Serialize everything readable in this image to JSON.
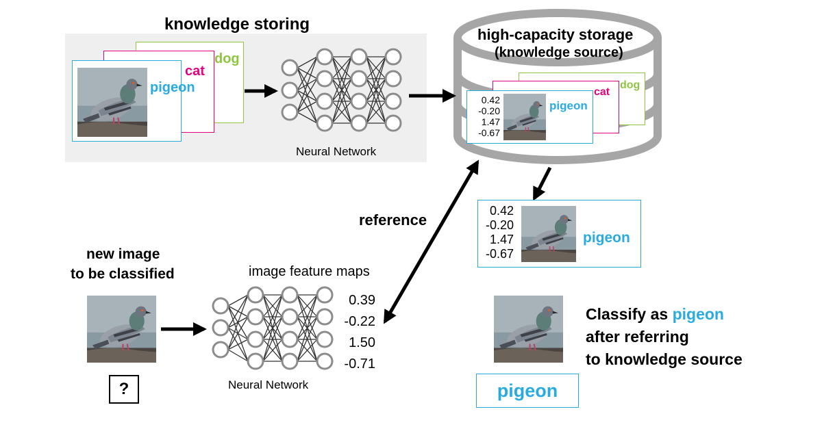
{
  "colors": {
    "pigeon": "#29abe2",
    "cat": "#e5007e",
    "dog": "#8dc63f",
    "storage": "#a6a6a6",
    "panel": "#efefef"
  },
  "knowledge_storing": {
    "title": "knowledge storing",
    "labels": {
      "pigeon": "pigeon",
      "cat": "cat",
      "dog": "dog"
    },
    "network_label": "Neural Network"
  },
  "storage": {
    "title_line1": "high-capacity storage",
    "title_line2": "(knowledge source)",
    "features": [
      "0.42",
      "-0.20",
      "1.47",
      "-0.67"
    ],
    "labels": {
      "pigeon": "pigeon",
      "cat": "cat",
      "dog": "dog"
    }
  },
  "retrieved": {
    "features": [
      "0.42",
      "-0.20",
      "1.47",
      "-0.67"
    ],
    "label": "pigeon"
  },
  "reference_label": "reference",
  "query": {
    "title_line1": "new image",
    "title_line2": "to be classified",
    "unknown": "?",
    "feature_maps_label": "image feature maps",
    "features": [
      "0.39",
      "-0.22",
      "1.50",
      "-0.71"
    ],
    "network_label": "Neural Network"
  },
  "result": {
    "line1_prefix": "Classify as ",
    "line1_label": "pigeon",
    "line2": "after referring",
    "line3": "to knowledge source",
    "output_label": "pigeon"
  }
}
